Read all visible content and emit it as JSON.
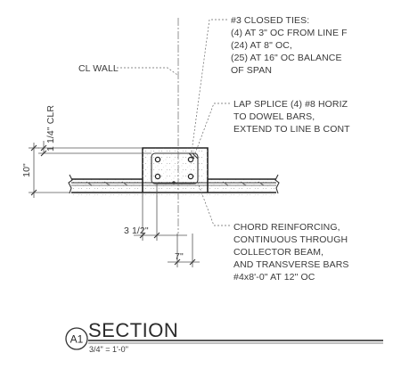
{
  "notes": {
    "ties": [
      "#3 CLOSED TIES:",
      "(4) AT 3\" OC FROM LINE F",
      "(24) AT 8\" OC,",
      "(25) AT 16\" OC BALANCE",
      "OF SPAN"
    ],
    "cl_wall": "CL WALL",
    "lap_splice": [
      "LAP SPLICE (4) #8 HORIZ",
      "TO DOWEL BARS,",
      "EXTEND TO LINE B CONT"
    ],
    "chord": [
      "CHORD REINFORCING,",
      "CONTINUOUS THROUGH",
      "COLLECTOR BEAM,",
      "AND TRANSVERSE BARS",
      "#4x8'-0\" AT 12\" OC"
    ]
  },
  "dimensions": {
    "clear_cover": "1 1/4\" CLR",
    "height": "10\"",
    "offset": "3 1/2\"",
    "width": "7\""
  },
  "section": {
    "tag": "A1",
    "title": "SECTION",
    "scale": "3/4\" = 1'-0\""
  }
}
